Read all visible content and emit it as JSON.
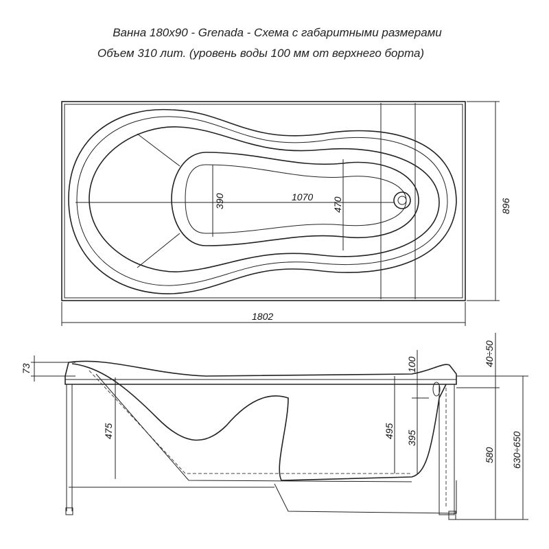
{
  "title": {
    "line1": "Ванна 180x90 - Grenada - Схема с габаритными размерами",
    "line2": "Объем 310 лит. (уровень воды 100 мм от верхнего борта)"
  },
  "top_view": {
    "dimensions": {
      "inner_width_narrow": "390",
      "inner_length": "1070",
      "inner_width_wide": "470",
      "overall_width": "896",
      "overall_length": "1802"
    }
  },
  "side_view": {
    "dimensions": {
      "headrest_rise": "73",
      "depth_left": "475",
      "water_level": "100",
      "depth_total": "495",
      "water_depth": "395",
      "rim_height": "580",
      "leg_adjust": "40÷50",
      "overall_height": "630÷650"
    }
  }
}
